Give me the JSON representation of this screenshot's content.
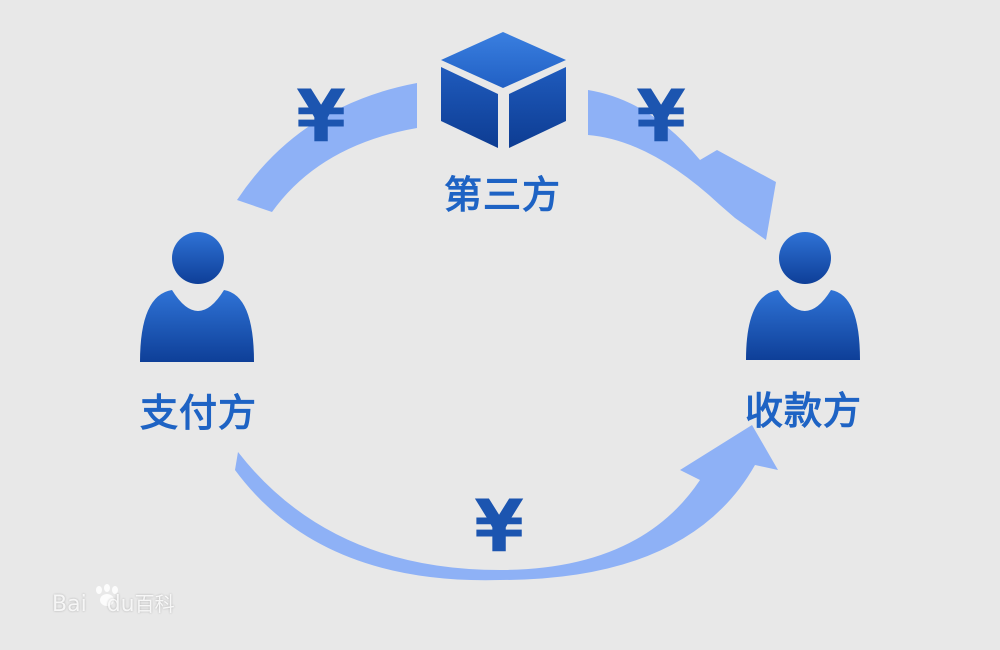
{
  "nodes": {
    "third_party": {
      "label": "第三方",
      "icon": "box-icon"
    },
    "payer": {
      "label": "支付方",
      "icon": "person-icon"
    },
    "payee": {
      "label": "收款方",
      "icon": "person-icon"
    }
  },
  "flows": [
    {
      "from": "payer",
      "to": "third_party",
      "symbol": "¥"
    },
    {
      "from": "third_party",
      "to": "payee",
      "symbol": "¥"
    },
    {
      "from": "payer",
      "to": "payee",
      "symbol": "¥"
    }
  ],
  "watermark": {
    "brand_latin": "Bai",
    "brand_latin_2": "du",
    "brand_cn": "百科"
  },
  "colors": {
    "background": "#e8e8e8",
    "arrow": "#8eb1f6",
    "icon_light": "#2d71d3",
    "icon_dark": "#0c3f97",
    "label": "#1e63c4"
  }
}
